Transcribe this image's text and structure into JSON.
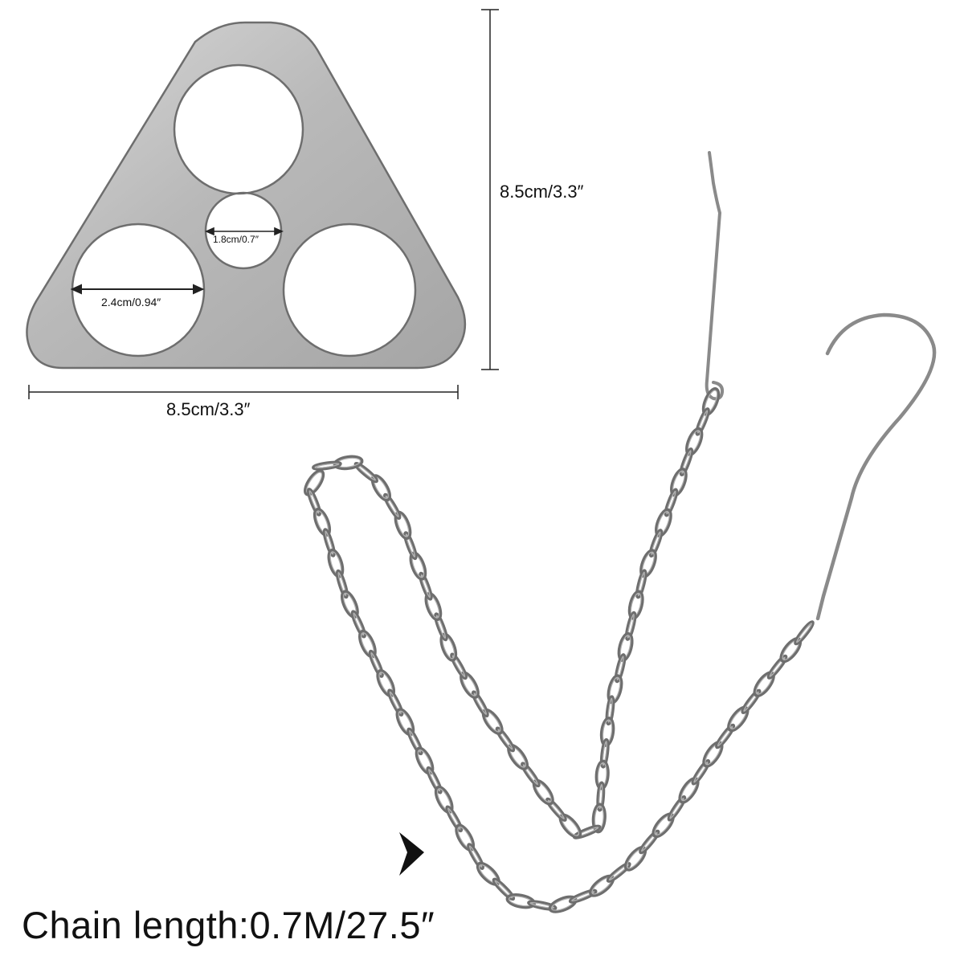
{
  "product": {
    "plate": {
      "width_label": "8.5cm/3.3″",
      "height_label": "8.5cm/3.3″",
      "large_hole_label": "2.4cm/0.94″",
      "small_hole_label": "1.8cm/0.7″"
    },
    "chain": {
      "length_label": "Chain length:0.7M/27.5″"
    }
  },
  "colors": {
    "steel": "#b5b5b5",
    "steel_dark": "#6e6e6e",
    "dimension_line": "#222222",
    "background": "#ffffff"
  },
  "icons": [
    "triangle-plate-icon",
    "chain-icon",
    "hook-icon",
    "pointer-arrow-icon"
  ]
}
